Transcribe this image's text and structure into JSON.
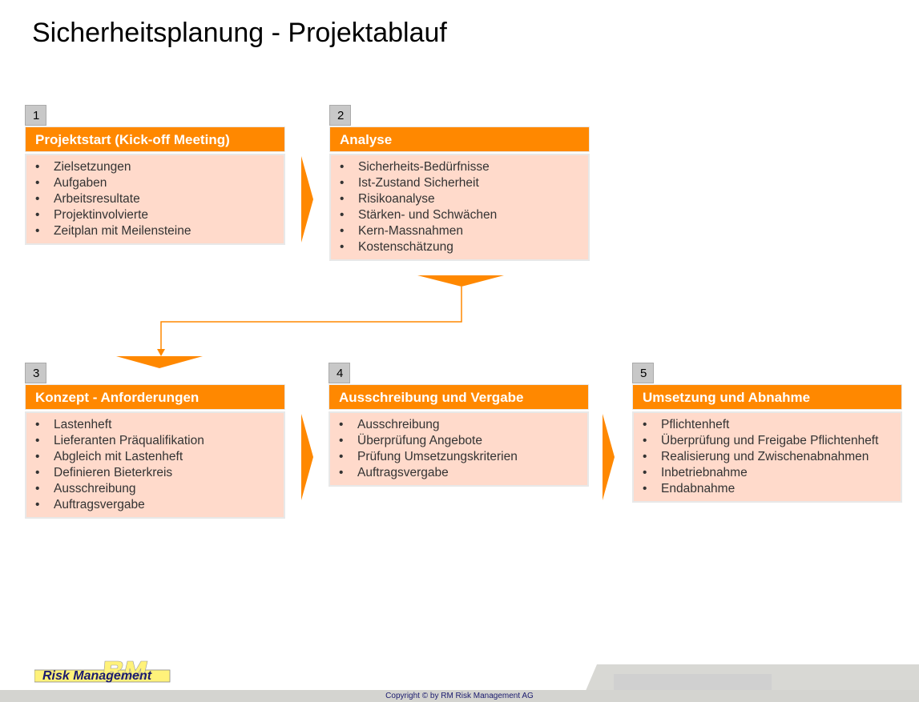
{
  "title": "Sicherheitsplanung - Projektablauf",
  "steps": [
    {
      "number": "1",
      "heading": "Projektstart (Kick-off Meeting)",
      "items": [
        "Zielsetzungen",
        "Aufgaben",
        "Arbeitsresultate",
        "Projektinvolvierte",
        "Zeitplan mit Meilensteine"
      ]
    },
    {
      "number": "2",
      "heading": "Analyse",
      "items": [
        "Sicherheits-Bedürfnisse",
        "Ist-Zustand Sicherheit",
        "Risikoanalyse",
        "Stärken- und Schwächen",
        "Kern-Massnahmen",
        "Kostenschätzung"
      ]
    },
    {
      "number": "3",
      "heading": "Konzept - Anforderungen",
      "items": [
        "Lastenheft",
        "Lieferanten Präqualifikation",
        "Abgleich mit Lastenheft",
        "Definieren Bieterkreis",
        "Ausschreibung",
        "Auftragsvergabe"
      ]
    },
    {
      "number": "4",
      "heading": "Ausschreibung und Vergabe",
      "items": [
        "Ausschreibung",
        "Überprüfung Angebote",
        "Prüfung Umsetzungskriterien",
        "Auftragsvergabe"
      ]
    },
    {
      "number": "5",
      "heading": "Umsetzung und Abnahme",
      "items": [
        "Pflichtenheft",
        "Überprüfung und Freigabe Pflichtenheft",
        "Realisierung und Zwischenabnahmen",
        "Inbetriebnahme",
        "Endabnahme"
      ]
    }
  ],
  "footer": {
    "copyright": "Copyright © by RM Risk Management AG",
    "logo_text": "Risk Management",
    "logo_mark": "RM"
  },
  "colors": {
    "accent": "#ff8800",
    "body": "#ffdacb"
  }
}
